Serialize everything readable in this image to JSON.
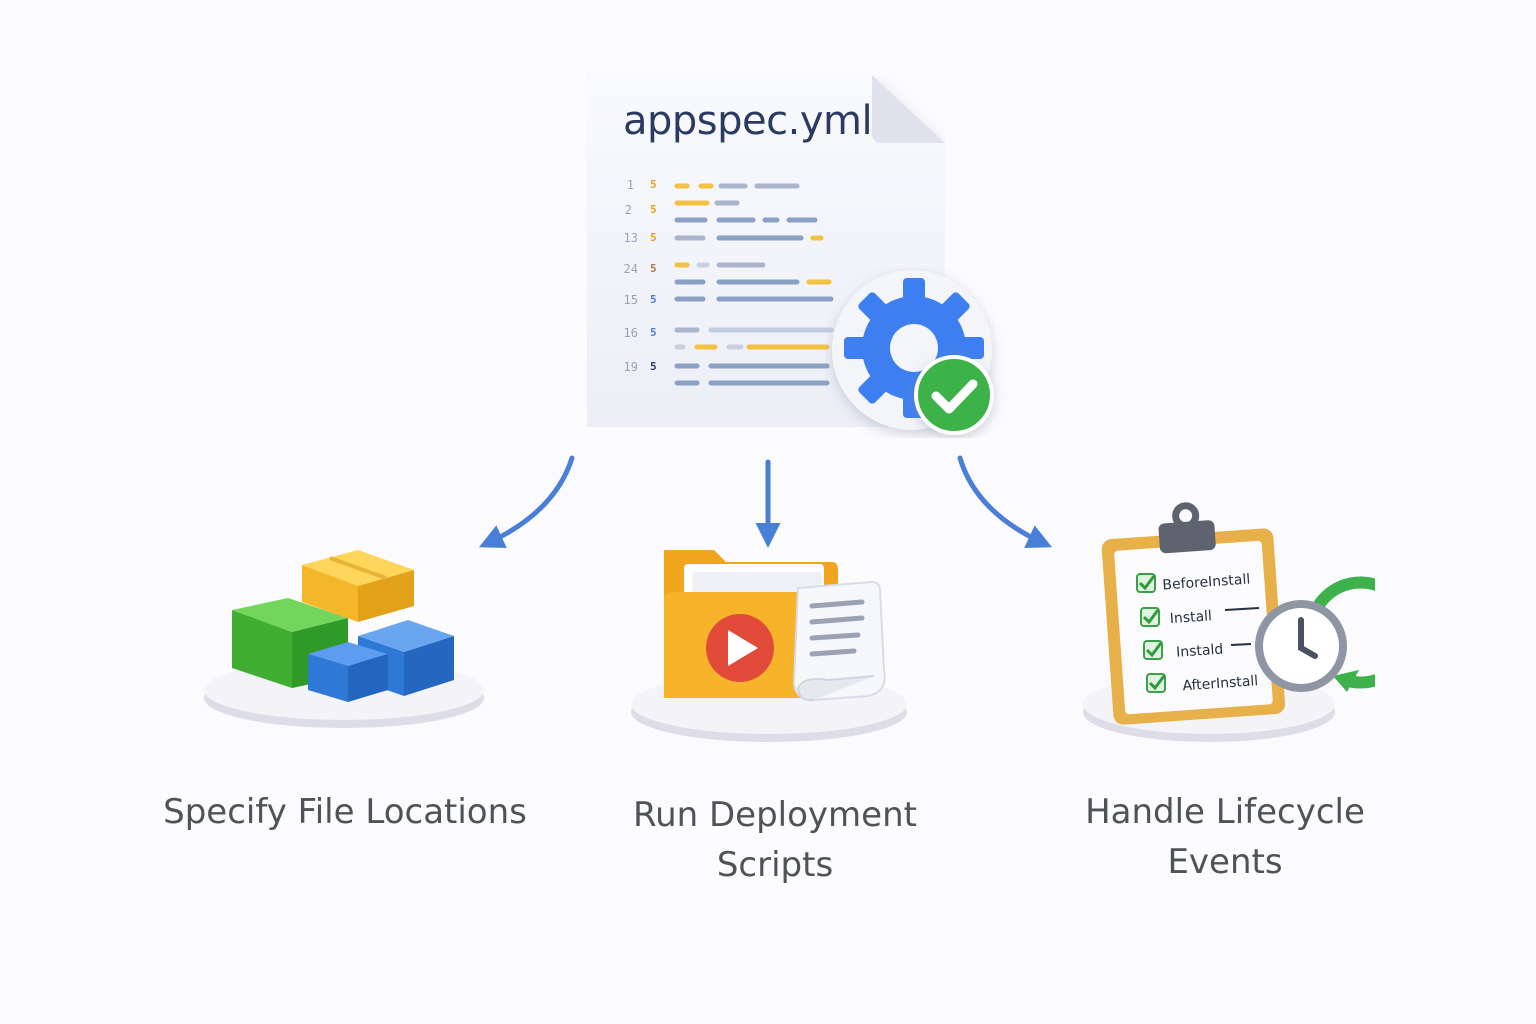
{
  "appspec": {
    "filename": "appspec.yml",
    "lines": [
      {
        "num": "1",
        "mark": "5"
      },
      {
        "num": "2",
        "mark": "5"
      },
      {
        "num": "13",
        "mark": "5"
      },
      {
        "num": "24",
        "mark": "5"
      },
      {
        "num": "15",
        "mark": "5"
      },
      {
        "num": "16",
        "mark": "5"
      },
      {
        "num": "19",
        "mark": "5"
      }
    ]
  },
  "steps": [
    {
      "label": "Specify File Locations"
    },
    {
      "label": "Run Deployment Scripts"
    },
    {
      "label": "Handle Lifecycle Events"
    }
  ],
  "checklist": {
    "items": [
      "BeforeInstall",
      "Install",
      "Instald",
      "AfterInstall"
    ]
  },
  "icons": {
    "document": "yaml-document-icon",
    "gear": "gear-check-icon",
    "boxes": "stacked-boxes-icon",
    "folder": "folder-play-icon",
    "clipboard": "checklist-clock-icon"
  },
  "colors": {
    "arrow": "#4a7fd8",
    "gear": "#3d7ff0",
    "check": "#3db24a",
    "folder": "#f7b32a",
    "play": "#e24a3a",
    "box_green": "#4cbf3c",
    "box_yellow": "#f7c02e",
    "box_blue": "#2f79d6",
    "clock_arrow": "#3db24a"
  }
}
